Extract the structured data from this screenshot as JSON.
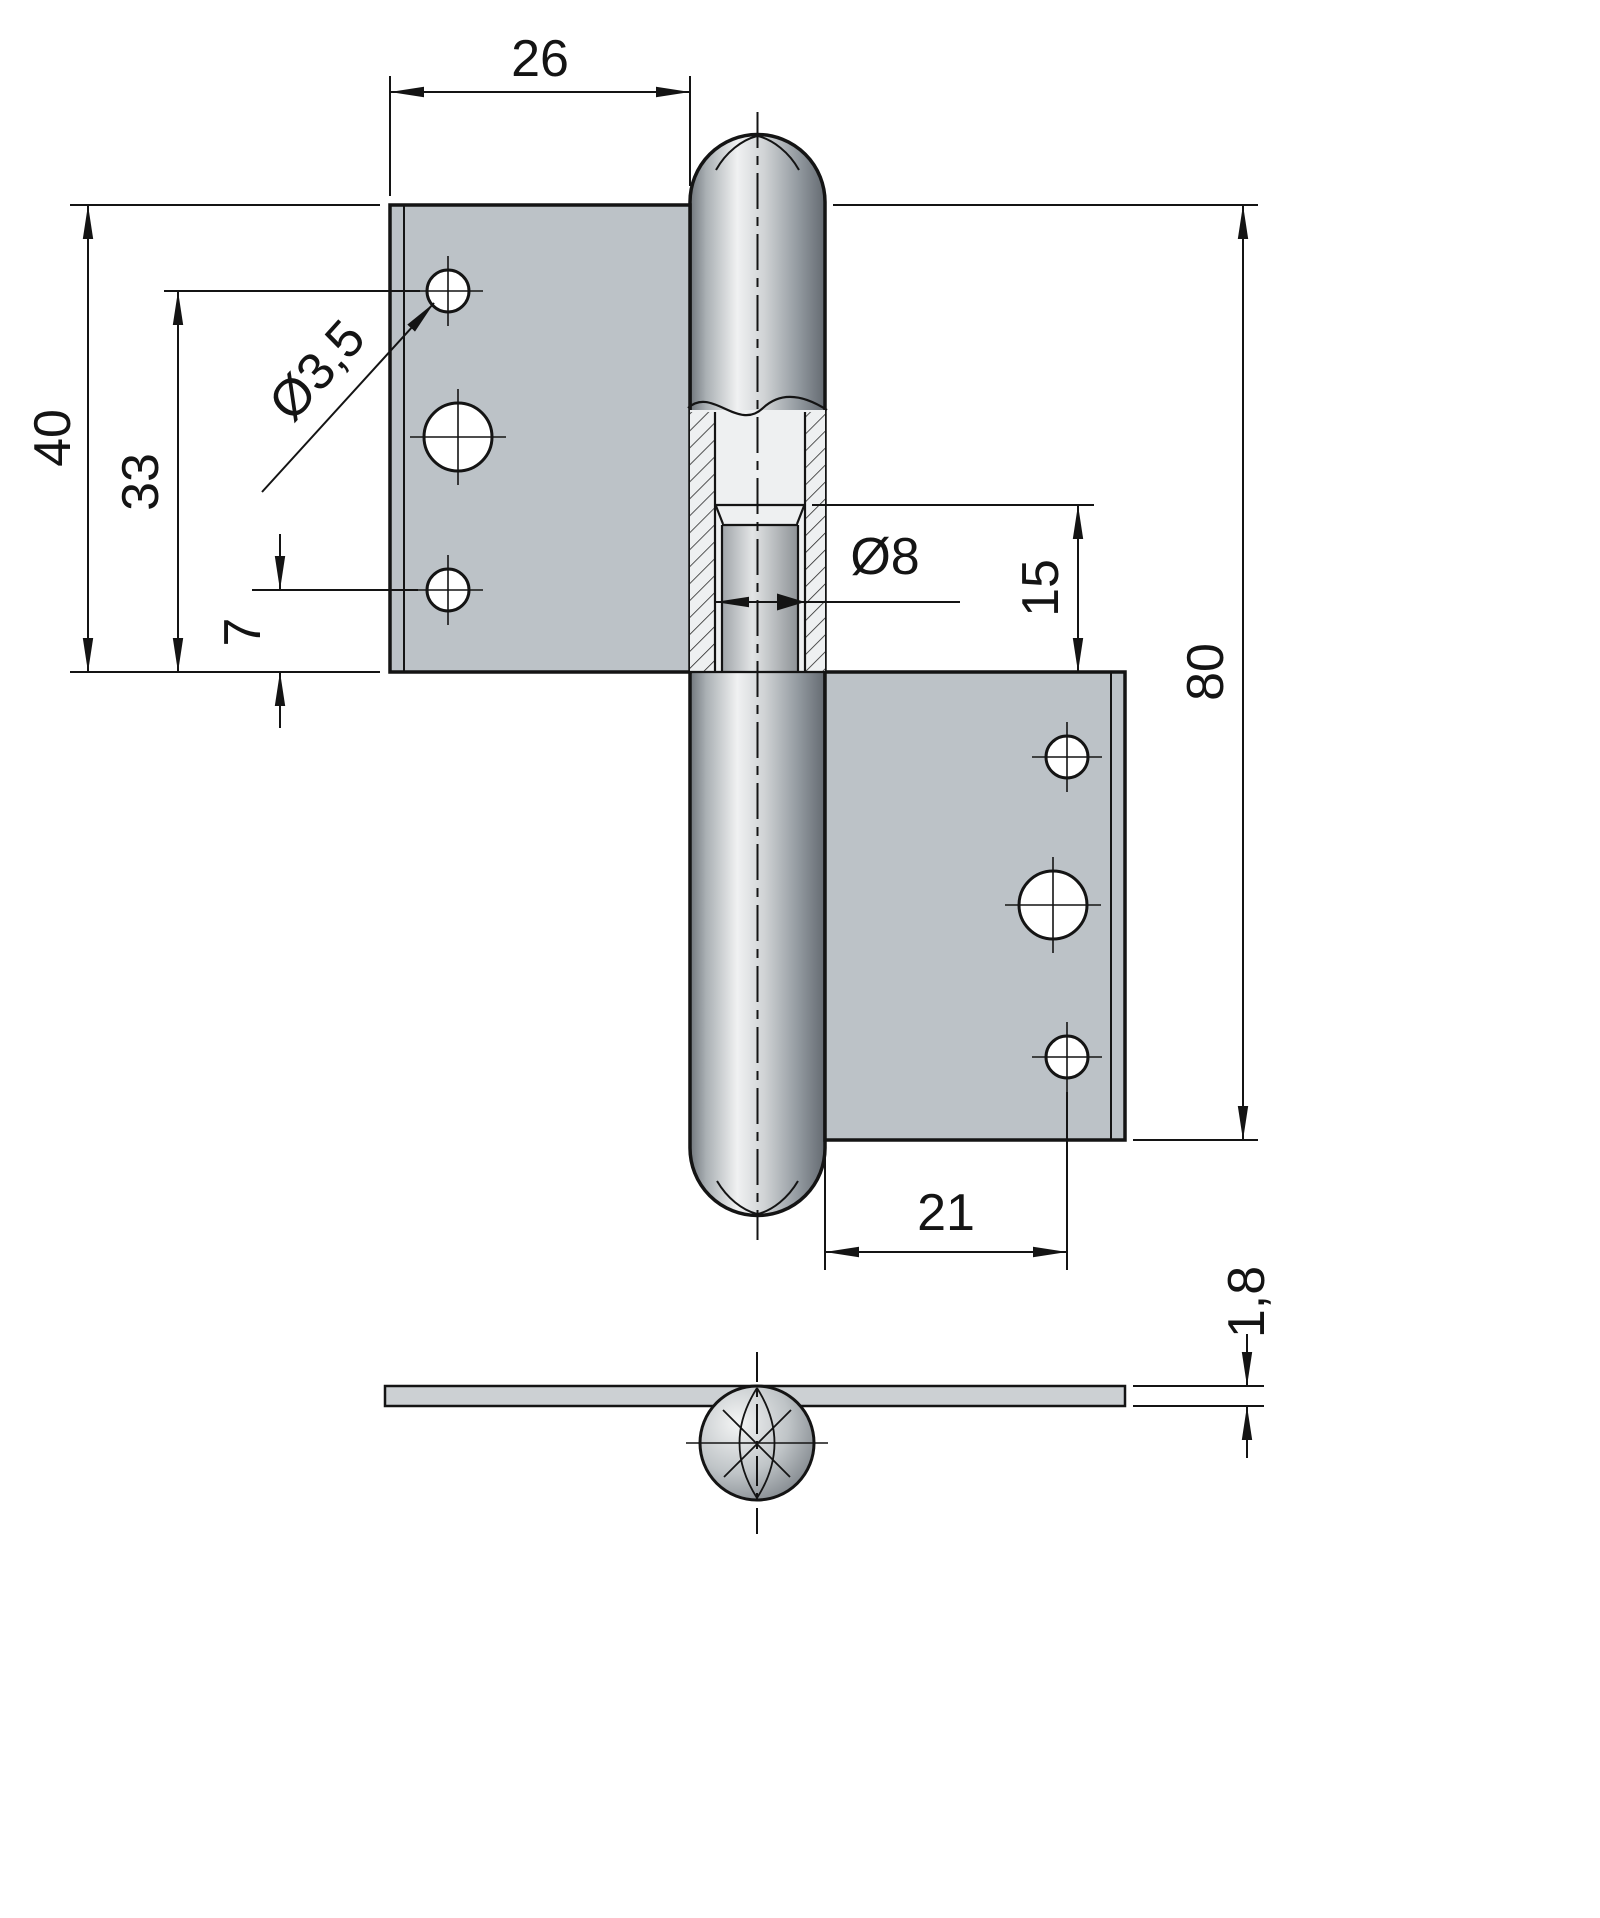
{
  "drawing": {
    "type": "technical-drawing-hinge",
    "dims": {
      "top_plate_width": "26",
      "top_plate_height": "40",
      "hole_group_height": "33",
      "bottom_hole_offset": "7",
      "screw_hole_diameter": "Ø3,5",
      "pin_diameter": "Ø8",
      "pin_seat_depth": "15",
      "overall_height": "80",
      "hole_offset_bottom_leaf": "21",
      "leaf_thickness": "1,8"
    },
    "colors": {
      "leaf_fill": "#bcc2c7",
      "line": "#141414",
      "background": "#ffffff"
    }
  }
}
